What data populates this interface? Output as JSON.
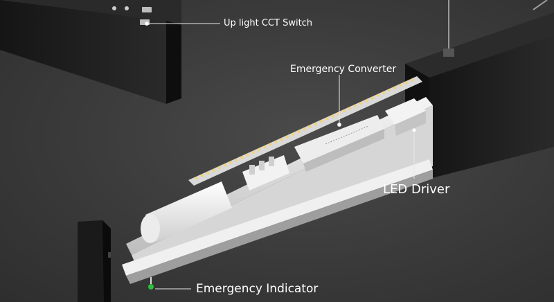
{
  "callouts": {
    "up_light_cct_switch": "Up light CCT Switch",
    "emergency_converter": "Emergency Converter",
    "led_driver": "LED Driver",
    "emergency_indicator": "Emergency Indicator"
  },
  "colors": {
    "background": "#3a3a3a",
    "housing": "#1c1c1c",
    "aluminium": "#e4e4e4",
    "led_chip": "#f2d27a",
    "indicator": "#2fbf3f",
    "label_text": "#ffffff"
  }
}
